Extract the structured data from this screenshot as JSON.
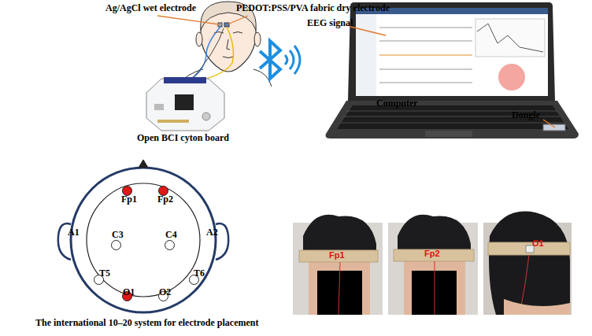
{
  "diagram": {
    "nodes": [
      {
        "text": [
          "Fp1"
        ]
      },
      {
        "text": [
          "Fp2"
        ]
      },
      {
        "text": [
          "C3"
        ]
      },
      {
        "text": [
          "C4"
        ]
      },
      {
        "text": [
          "T5"
        ]
      },
      {
        "text": [
          "T6"
        ]
      },
      {
        "text": [
          "O1"
        ]
      },
      {
        "text": [
          "O2"
        ]
      }
    ],
    "labels": [
      "Ag/AgCl wet electrode",
      "PEDOT:PSS/PVA fabric dry electrode",
      "Open BCI cyton board",
      "EEG signal",
      "Computer",
      "Dongle",
      "A1",
      "A2",
      "The international 10–20 system for electrode placement",
      "Fp1",
      "Fp2",
      "O1"
    ]
  }
}
